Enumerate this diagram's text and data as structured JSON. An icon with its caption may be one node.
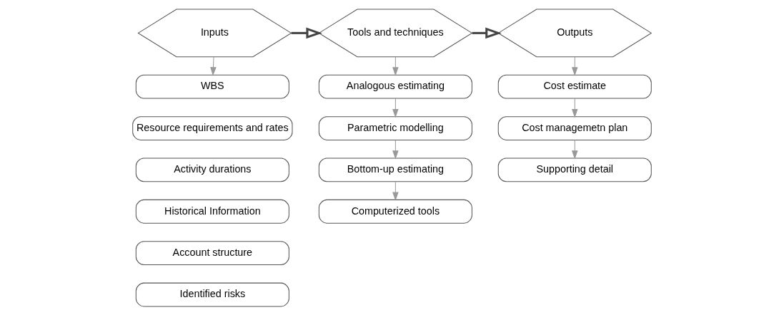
{
  "diagram": {
    "nodes": [
      {
        "text": [
          "Inputs"
        ]
      },
      {
        "text": [
          "Tools and techniques"
        ]
      },
      {
        "text": [
          "Outputs"
        ]
      },
      {
        "text": [
          "WBS"
        ]
      },
      {
        "text": [
          "Resource requirements and rates"
        ]
      },
      {
        "text": [
          "Activity durations"
        ]
      },
      {
        "text": [
          "Historical Information"
        ]
      },
      {
        "text": [
          "Account structure"
        ]
      },
      {
        "text": [
          "Identified risks"
        ]
      },
      {
        "text": [
          "Analogous estimating"
        ]
      },
      {
        "text": [
          "Parametric modelling"
        ]
      },
      {
        "text": [
          "Bottom-up estimating"
        ]
      },
      {
        "text": [
          "Computerized tools"
        ]
      },
      {
        "text": [
          "Cost estimate"
        ]
      },
      {
        "text": [
          "Cost managemetn plan"
        ]
      },
      {
        "text": [
          "Supporting detail"
        ]
      }
    ],
    "edges": [
      {
        "from": 0,
        "to": 1,
        "arrow": "to",
        "style": "thick",
        "color": "#444444"
      },
      {
        "from": 1,
        "to": 2,
        "arrow": "to",
        "style": "thick",
        "color": "#444444"
      },
      {
        "from": 0,
        "to": 3,
        "arrow": "to"
      },
      {
        "from": 1,
        "to": 9,
        "arrow": "to"
      },
      {
        "from": 9,
        "to": 10,
        "arrow": "to"
      },
      {
        "from": 10,
        "to": 11,
        "arrow": "to"
      },
      {
        "from": 11,
        "to": 12,
        "arrow": "to"
      },
      {
        "from": 2,
        "to": 13,
        "arrow": "to"
      },
      {
        "from": 13,
        "to": 14,
        "arrow": "to"
      },
      {
        "from": 14,
        "to": 15,
        "arrow": "to"
      }
    ]
  }
}
